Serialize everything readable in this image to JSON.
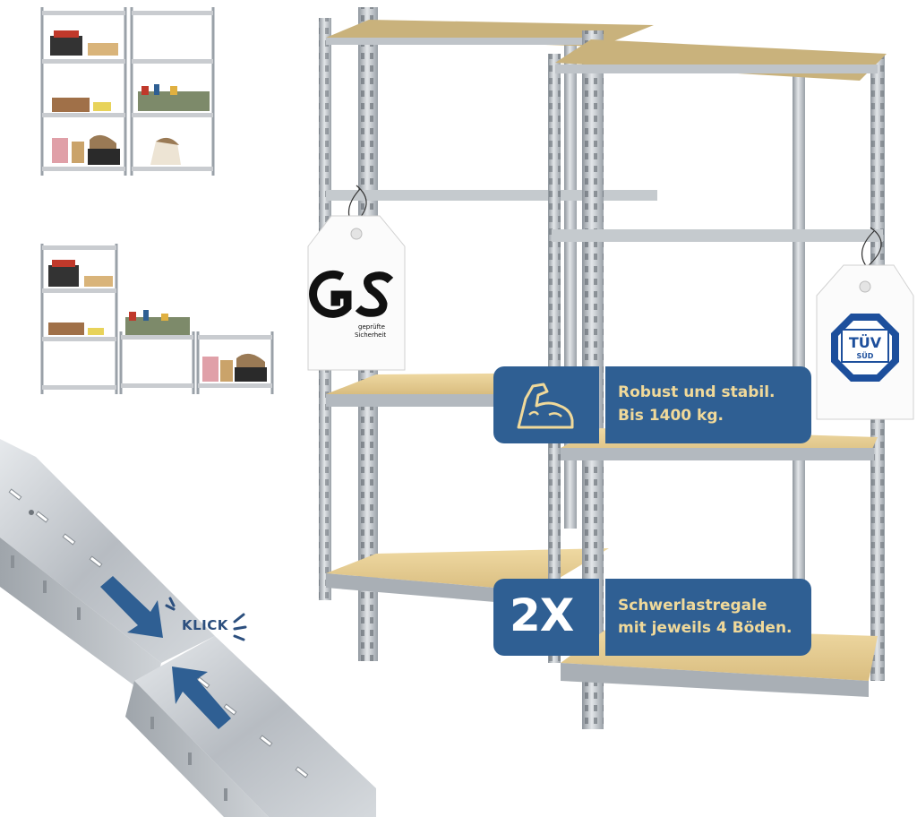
{
  "features": {
    "strength": {
      "line1": "Robust und stabil.",
      "line2": "Bis 1400 kg.",
      "icon": "flexed-arm-icon"
    },
    "quantity": {
      "count": "2X",
      "line1": "Schwerlastregale",
      "line2": "mit jeweils 4 Böden."
    }
  },
  "certifications": {
    "gs": {
      "logo": "GS",
      "sub1": "geprüfte",
      "sub2": "Sicherheit"
    },
    "tuv": {
      "line1": "TÜV",
      "line2": "SÜD"
    }
  },
  "assembly": {
    "click_label": "KLICK"
  },
  "colors": {
    "badge_blue": "#2f5f93",
    "badge_text": "#f0d99a",
    "wood": "#e8cf92",
    "steel": "#b9bec4",
    "tuv_blue": "#1d4f9c"
  }
}
